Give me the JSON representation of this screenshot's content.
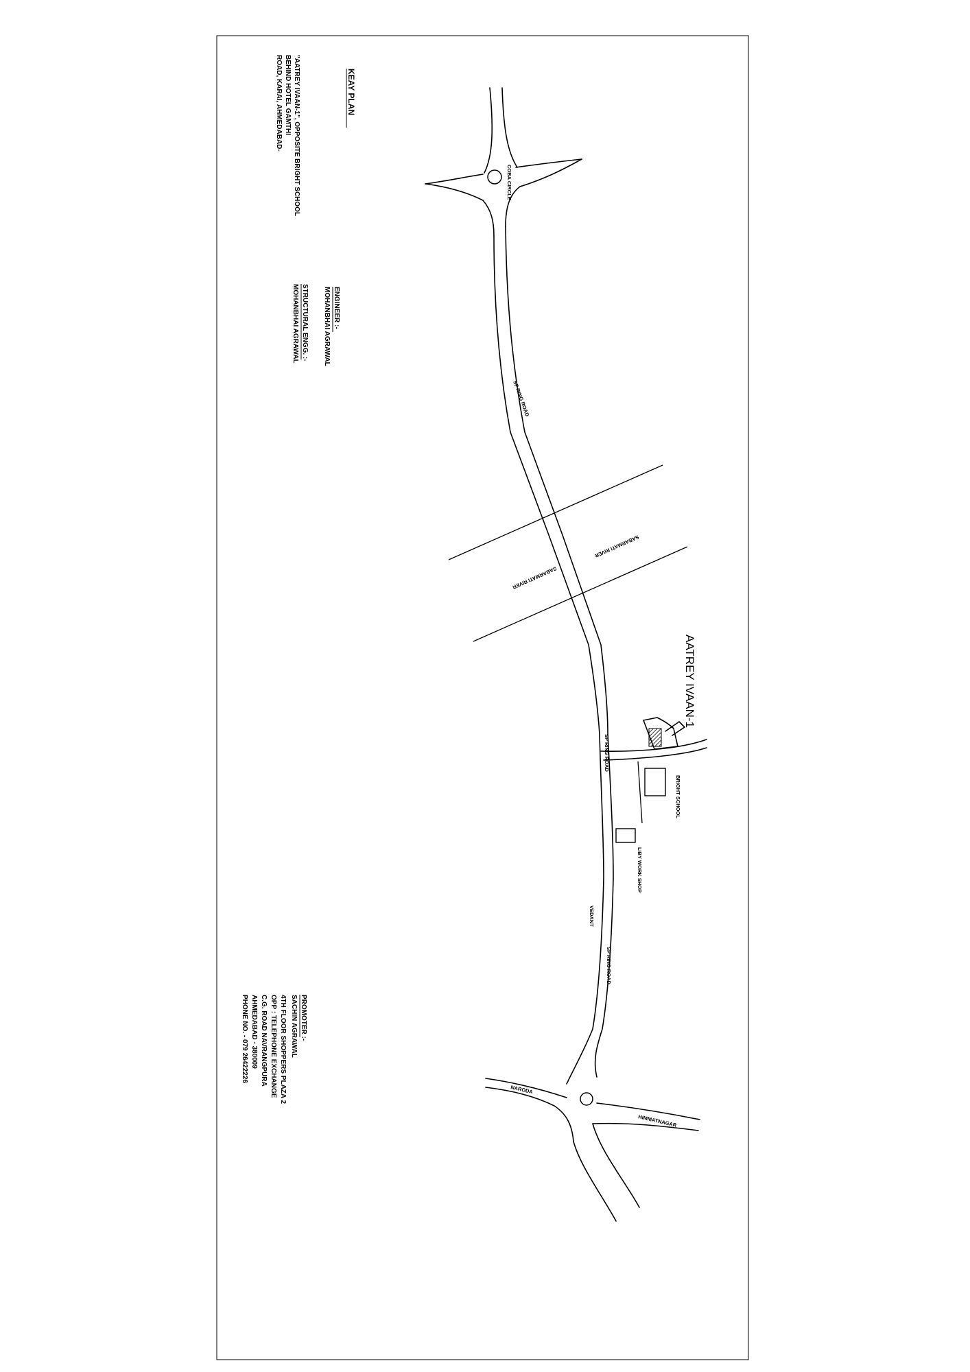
{
  "key_plan": {
    "heading": "KEAY PLAN",
    "address_lines": [
      "\"AATREY IVAAN-1\", OPPOSITE BRIGHT SCHOOL",
      "BEHIND HOTEL GAMTHI",
      "ROAD, KARAI, AHMEDABAD-"
    ]
  },
  "engineer": {
    "heading": "ENGINEER :-",
    "name": "MOHANBHAI AGRAWAL",
    "structural_heading": "STRUCTURAL ENGG. :-",
    "structural_name": "MOHANBHAI AGRAWAL"
  },
  "promoter": {
    "heading": "PROMOTER :-",
    "lines": [
      "SACHIN AGRAWAL",
      "4TH FLOOR SHOPPERS PLAZA 2",
      "OPP : TELEPHONE EXCHANGE",
      "C.G. ROAD NAVRANGPURA",
      "AHMEDABAD - 380009",
      "PHONE NO. - 079 26422226"
    ]
  },
  "map_labels": {
    "site_title": "AATREY IVAAN-1",
    "circle_top": "COBA CIRCLE",
    "road_1": "SP RING ROAD",
    "road_2": "SP RING ROAD",
    "road_3": "SP RING ROAD",
    "river_1": "SABARMATI RIVER",
    "river_2": "SABARMATI RIVER",
    "school": "BRIGHT SCHOOL",
    "workshop": "LIBY WORK SHOP",
    "vedant": "VEDANT",
    "naroda": "NARODA",
    "himmatnagar": "HIMMATNAGAR"
  }
}
